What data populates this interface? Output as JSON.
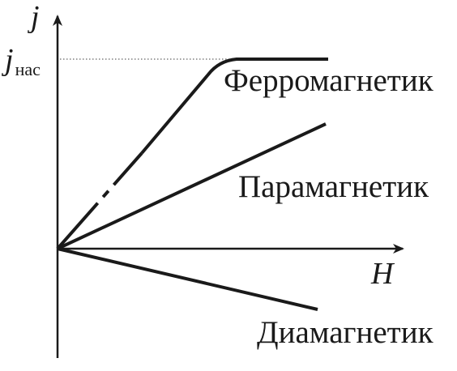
{
  "axes": {
    "y_symbol": "j",
    "x_symbol": "H",
    "saturation_symbol": "j",
    "saturation_subscript": "нас"
  },
  "curves": {
    "ferro": {
      "label": "Ферромагнетик"
    },
    "para": {
      "label": "Парамагнетик"
    },
    "dia": {
      "label": "Диамагнетик"
    }
  },
  "colors": {
    "ink": "#1a1a1a",
    "dotted_guide": "#666666"
  }
}
